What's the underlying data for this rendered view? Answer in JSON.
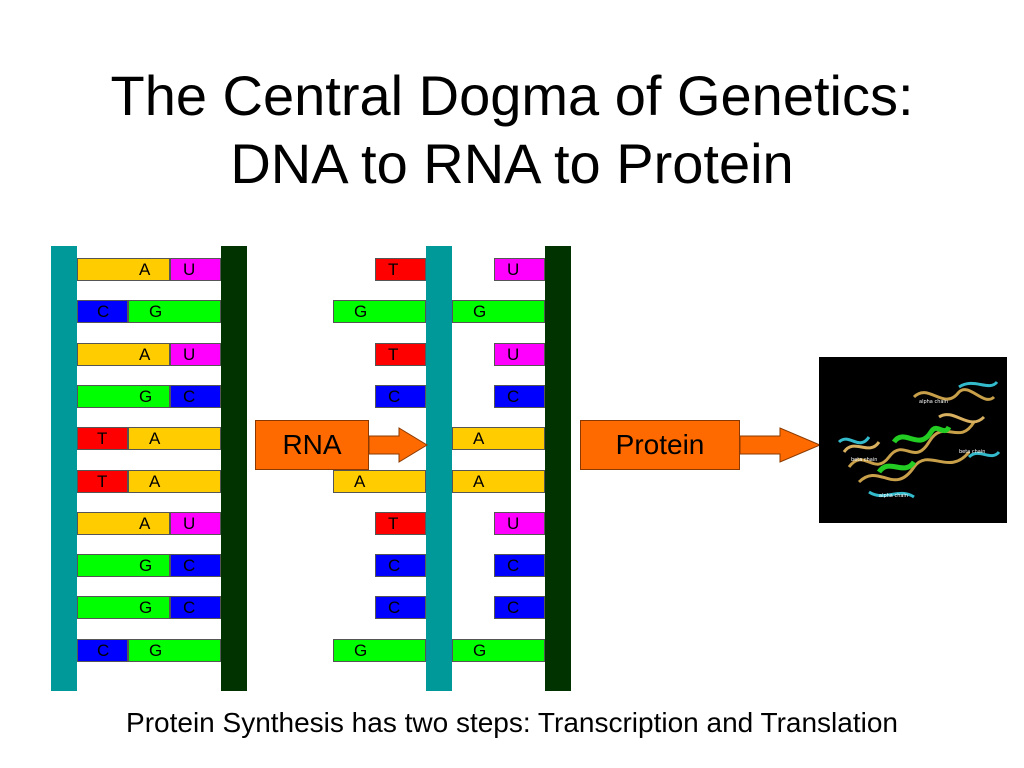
{
  "title": {
    "line1": "The Central Dogma of Genetics:",
    "line2": "DNA to RNA to Protein"
  },
  "caption": "Protein Synthesis has two steps: Transcription and Translation",
  "colors": {
    "A": "#ffcc00",
    "T": "#ff0000",
    "G": "#00ff00",
    "C": "#0000ff",
    "U": "#ff00ff",
    "backbone_teal": "#009999",
    "backbone_dark": "#003300",
    "arrow": "#ff6a00"
  },
  "dna_pairs": [
    {
      "left": "",
      "right": "U"
    },
    {
      "left": "C",
      "right": "G"
    },
    {
      "left": "",
      "right": "U"
    },
    {
      "left": "G",
      "right": "C"
    },
    {
      "left": "T",
      "right": "A"
    },
    {
      "left": "T",
      "right": "A"
    },
    {
      "left": "",
      "right": "U"
    },
    {
      "left": "G",
      "right": "C"
    },
    {
      "left": "G",
      "right": "C"
    },
    {
      "left": "C",
      "right": "G"
    }
  ],
  "dna_pair_labels": [
    [
      "A",
      "U"
    ],
    [
      "C",
      "G"
    ],
    [
      "A",
      "U"
    ],
    [
      "G",
      "C"
    ],
    [
      "T",
      "A"
    ],
    [
      "T",
      "A"
    ],
    [
      "A",
      "U"
    ],
    [
      "G",
      "C"
    ],
    [
      "G",
      "C"
    ],
    [
      "C",
      "G"
    ]
  ],
  "rna_left_bases": [
    "T",
    "G",
    "T",
    "C",
    "",
    "A",
    "T",
    "C",
    "C",
    "G"
  ],
  "rna_right_bases": [
    "U",
    "G",
    "U",
    "C",
    "A",
    "A",
    "U",
    "C",
    "C",
    "G"
  ],
  "arrows": {
    "rna_label": "RNA",
    "protein_label": "Protein"
  },
  "protein_image": {
    "labels": [
      "alpha chain",
      "beta chain",
      "beta chain",
      "alpha chain"
    ]
  }
}
